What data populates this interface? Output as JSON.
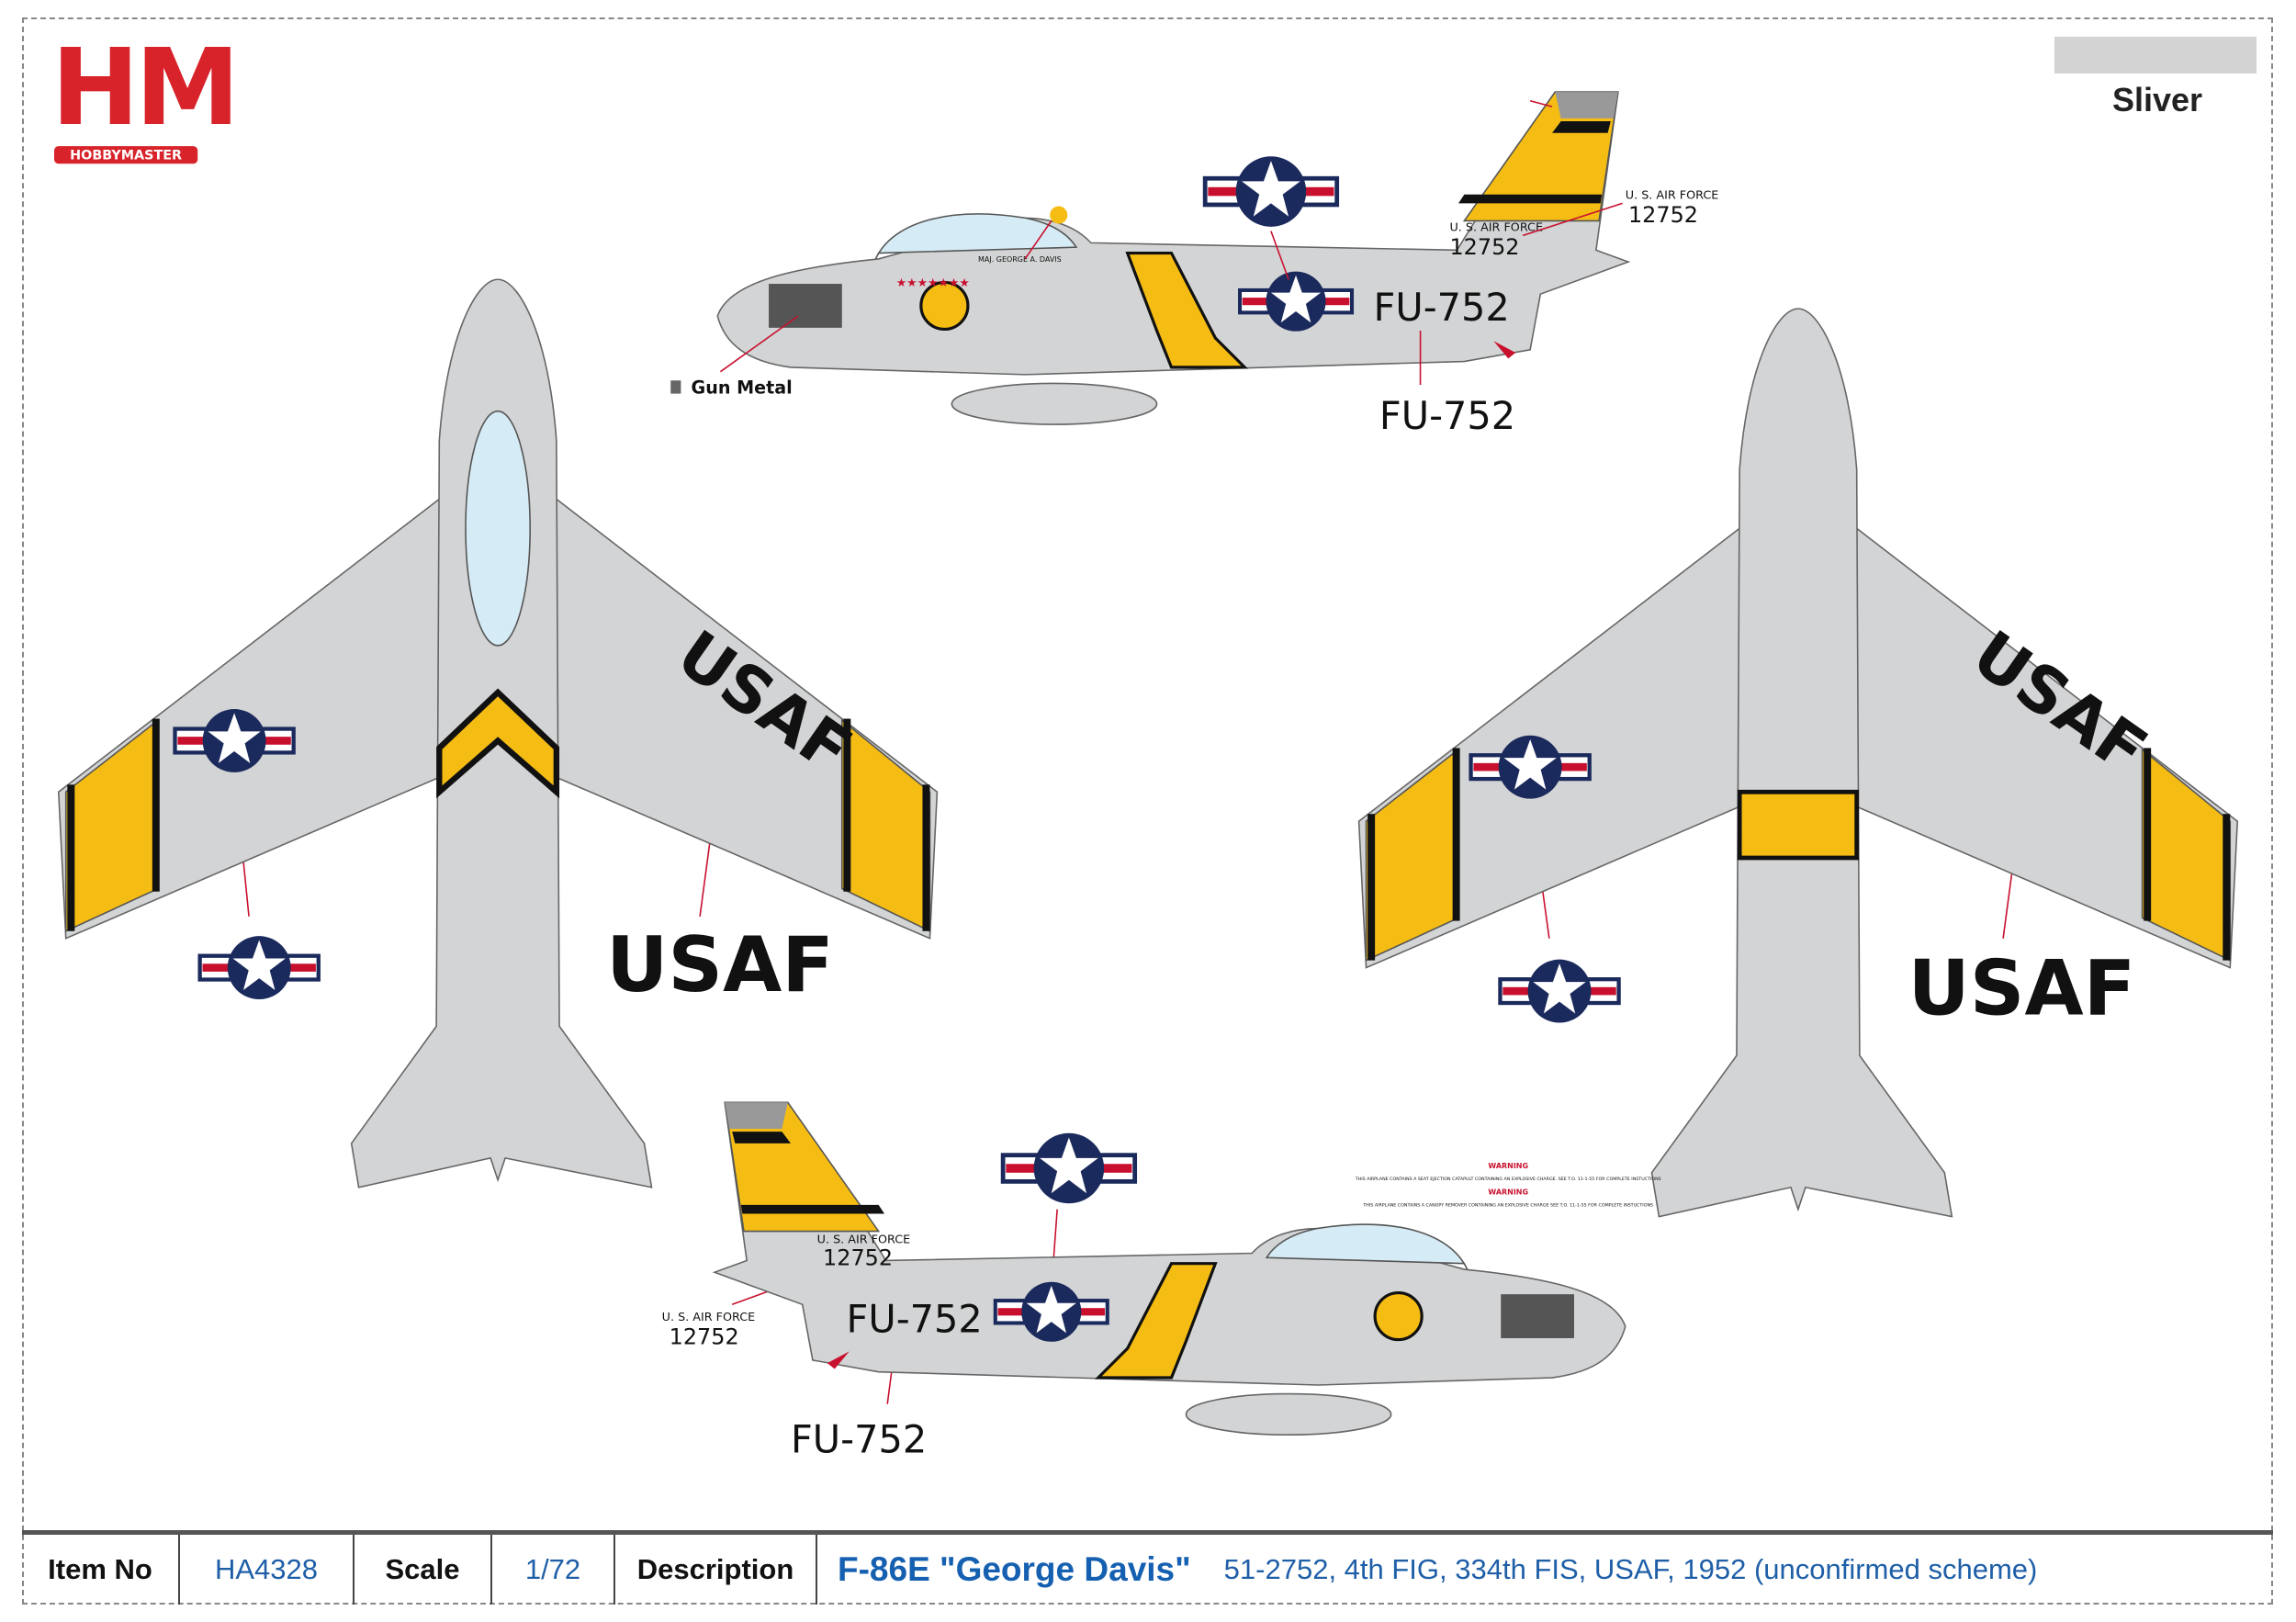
{
  "brand": {
    "logo_letters": "HM",
    "logo_sub": "HOBBYMASTER",
    "color": "#d8232a"
  },
  "color_key": {
    "swatch_color": "#d3d3d3",
    "label": "Sliver"
  },
  "callouts": {
    "gun_metal": "Gun Metal",
    "fu752_top": "FU-752",
    "fu752_bottom": "FU-752",
    "usaf_left": "USAF",
    "usaf_right": "USAF",
    "fuselage_code_top": "FU-752",
    "fuselage_code_bottom": "FU-752",
    "wing_usaf_top": "USAF",
    "wing_usaf_bottom": "USAF",
    "tail_top_callout": {
      "line1": "U. S. AIR FORCE",
      "line2": "12752"
    },
    "tail_top_on": {
      "line1": "U. S. AIR FORCE",
      "line2": "12752"
    },
    "tail_bottom_callout": {
      "line1": "U. S. AIR FORCE",
      "line2": "12752"
    },
    "tail_bottom_on": {
      "line1": "U. S. AIR FORCE",
      "line2": "12752"
    },
    "pilot_name": "MAJ. GEORGE A. DAVIS",
    "warning": {
      "title": "WARNING",
      "text1": "THIS AIRPLANE CONTAINS A SEAT EJECTION CATAPULT CONTAINING AN EXPLOSIVE CHARGE. SEE T.O. 11-1-55 FOR COMPLETE INSTUCTIONS",
      "text2": "THIS AIRPLANE CONTAINS A CANOPY REMOVER CONTAINING AN EXPLOSIVE CHARGE SEE T.O. 11-1-55 FOR COMPLETE INSTUCTIONS"
    }
  },
  "colors": {
    "silver": "#d3d4d5",
    "yellow": "#f5bd14",
    "navy": "#1b2a5c",
    "red": "#c8102e",
    "canopy": "#d5ebf5"
  },
  "footer": {
    "item_no_label": "Item No",
    "item_no": "HA4328",
    "scale_label": "Scale",
    "scale": "1/72",
    "description_label": "Description",
    "title": "F-86E \"George Davis\"",
    "subtitle": "51-2752, 4th FIG, 334th FIS, USAF, 1952 (unconfirmed scheme)"
  }
}
